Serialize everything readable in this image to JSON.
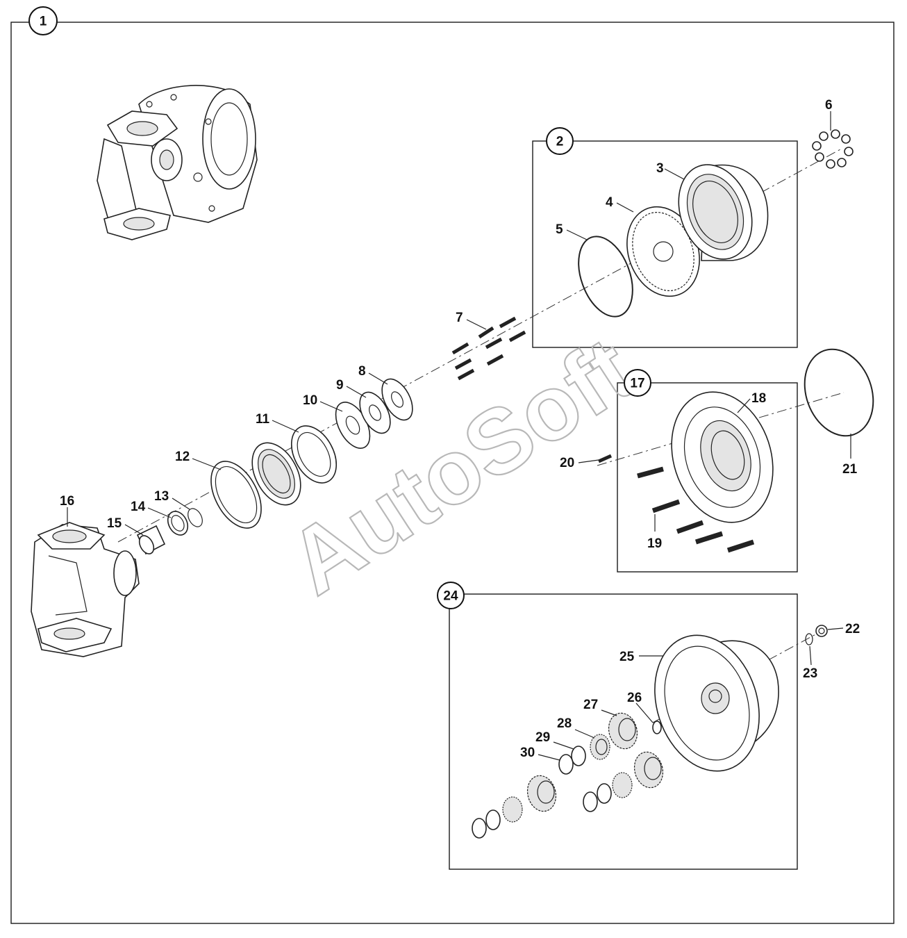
{
  "watermark": "AutoSoft",
  "groups": [
    {
      "id": "1",
      "label": "1"
    },
    {
      "id": "2",
      "label": "2"
    },
    {
      "id": "17",
      "label": "17"
    },
    {
      "id": "24",
      "label": "24"
    }
  ],
  "callouts": [
    {
      "id": "3",
      "label": "3"
    },
    {
      "id": "4",
      "label": "4"
    },
    {
      "id": "5",
      "label": "5"
    },
    {
      "id": "6",
      "label": "6"
    },
    {
      "id": "7",
      "label": "7"
    },
    {
      "id": "8",
      "label": "8"
    },
    {
      "id": "9",
      "label": "9"
    },
    {
      "id": "10",
      "label": "10"
    },
    {
      "id": "11",
      "label": "11"
    },
    {
      "id": "12",
      "label": "12"
    },
    {
      "id": "13",
      "label": "13"
    },
    {
      "id": "14",
      "label": "14"
    },
    {
      "id": "15",
      "label": "15"
    },
    {
      "id": "16",
      "label": "16"
    },
    {
      "id": "18",
      "label": "18"
    },
    {
      "id": "19",
      "label": "19"
    },
    {
      "id": "20",
      "label": "20"
    },
    {
      "id": "21",
      "label": "21"
    },
    {
      "id": "22",
      "label": "22"
    },
    {
      "id": "23",
      "label": "23"
    },
    {
      "id": "25",
      "label": "25"
    },
    {
      "id": "26",
      "label": "26"
    },
    {
      "id": "27",
      "label": "27"
    },
    {
      "id": "28",
      "label": "28"
    },
    {
      "id": "29",
      "label": "29"
    },
    {
      "id": "30",
      "label": "30"
    }
  ]
}
